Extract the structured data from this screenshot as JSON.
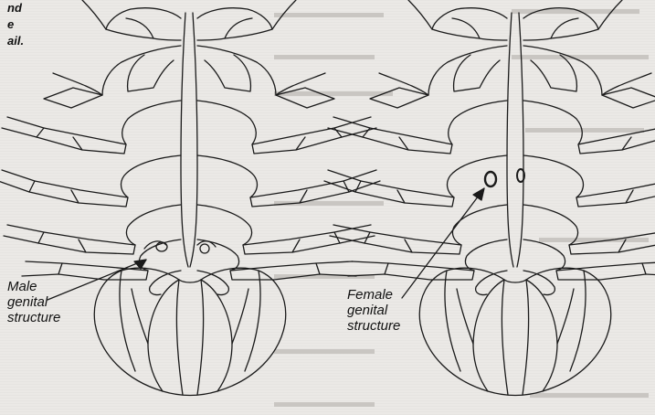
{
  "caption": {
    "lines": [
      "nd",
      "",
      "e",
      "ail."
    ]
  },
  "labels": {
    "male": [
      "Male",
      "genital",
      "structure"
    ],
    "female": [
      "Female",
      "genital",
      "structure"
    ]
  }
}
